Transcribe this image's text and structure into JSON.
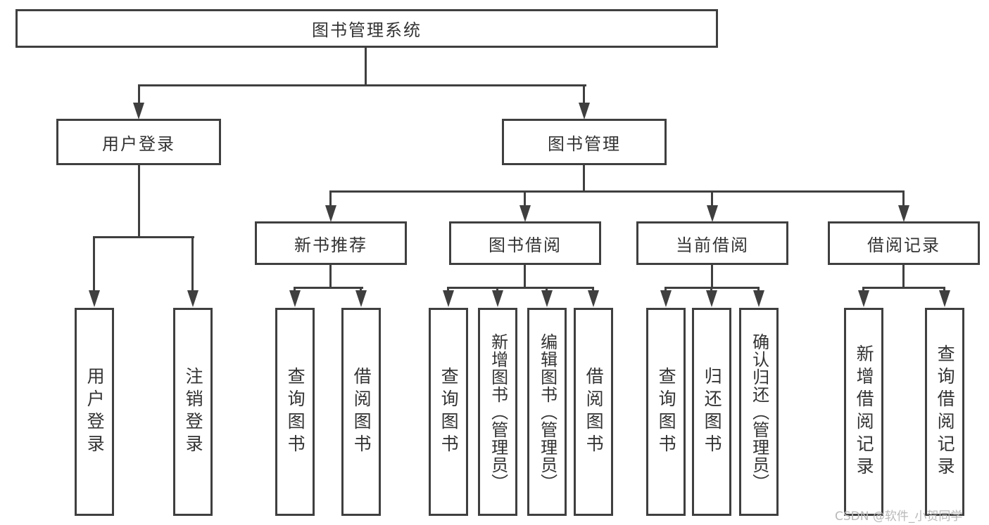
{
  "diagram": {
    "background_color": "#ffffff",
    "line_color": "#3f3f3f",
    "text_color": "#333333",
    "watermark": "CSDN @软件_小贺同学",
    "watermark_color": "#b9b9b9",
    "tree": {
      "label": "图书管理系统",
      "children": [
        {
          "label": "用户登录",
          "children": [
            {
              "label": "用户登录"
            },
            {
              "label": "注销登录"
            }
          ]
        },
        {
          "label": "图书管理",
          "children": [
            {
              "label": "新书推荐",
              "children": [
                {
                  "label": "查询图书"
                },
                {
                  "label": "借阅图书"
                }
              ]
            },
            {
              "label": "图书借阅",
              "children": [
                {
                  "label": "查询图书"
                },
                {
                  "label": "新增图书（管理员）"
                },
                {
                  "label": "编辑图书（管理员）"
                },
                {
                  "label": "借阅图书"
                }
              ]
            },
            {
              "label": "当前借阅",
              "children": [
                {
                  "label": "查询图书"
                },
                {
                  "label": "归还图书"
                },
                {
                  "label": "确认归还（管理员）"
                }
              ]
            },
            {
              "label": "借阅记录",
              "children": [
                {
                  "label": "新增借阅记录"
                },
                {
                  "label": "查询借阅记录"
                }
              ]
            }
          ]
        }
      ]
    }
  }
}
